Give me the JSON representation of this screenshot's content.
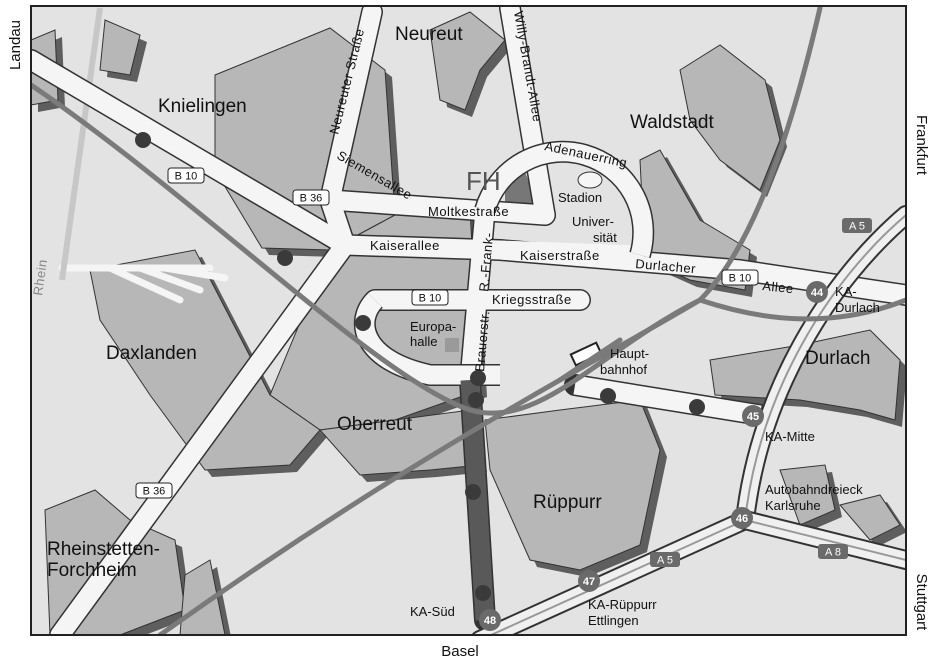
{
  "directions": {
    "west": "Landau",
    "east_top": "Frankfurt",
    "east_bottom": "Stuttgart",
    "south": "Basel"
  },
  "districts": {
    "neureut": "Neureut",
    "knielingen": "Knielingen",
    "waldstadt": "Waldstadt",
    "daxlanden": "Daxlanden",
    "durlach": "Durlach",
    "oberreut": "Oberreut",
    "rueppurr": "Rüppurr",
    "rheinstetten_1": "Rheinstetten-",
    "rheinstetten_2": "Forchheim"
  },
  "streets": {
    "neureuter": "Neureuter Straße",
    "willy_brandt": "Willy-Brandt-Allee",
    "adenauerring": "Adenauerring",
    "siemensallee": "Siemensallee",
    "moltkestrasse": "Moltkestraße",
    "kaiserallee": "Kaiserallee",
    "kaiserstrasse": "Kaiserstraße",
    "durlacher": "Durlacher",
    "allee": "Allee",
    "kriegsstrasse": "Kriegsstraße",
    "r_frank": "R.-Frank-",
    "brauerstr": "Brauerstr.",
    "rhein": "Rhein"
  },
  "places": {
    "fh": "FH",
    "stadion": "Stadion",
    "universitaet_1": "Univer-",
    "universitaet_2": "sität",
    "europahalle_1": "Europa-",
    "europahalle_2": "halle",
    "hbf_1": "Haupt-",
    "hbf_2": "bahnhof",
    "ka_durlach_1": "KA-",
    "ka_durlach_2": "Durlach",
    "ka_mitte": "KA-Mitte",
    "dreieck_1": "Autobahndreieck",
    "dreieck_2": "Karlsruhe",
    "ka_sued": "KA-Süd",
    "ka_rueppurr": "KA-Rüppurr",
    "ettlingen": "Ettlingen"
  },
  "road_shields": {
    "b10_west": "B 10",
    "b36_north": "B 36",
    "b10_center": "B 10",
    "b10_east": "B 10",
    "b36_south": "B 36",
    "a5_north": "A 5",
    "a5_south": "A 5",
    "a8": "A 8"
  },
  "exits": {
    "e44": "44",
    "e45": "45",
    "e46": "46",
    "e47": "47",
    "e48": "48"
  },
  "colors": {
    "background": "#e3e3e3",
    "built_area": "#b7b7b7",
    "shadow": "#5e5e5e",
    "road": "#f5f5f5",
    "rail": "#7a7a7a",
    "stop": "#3a3a3a",
    "exit": "#6a6a6a"
  }
}
